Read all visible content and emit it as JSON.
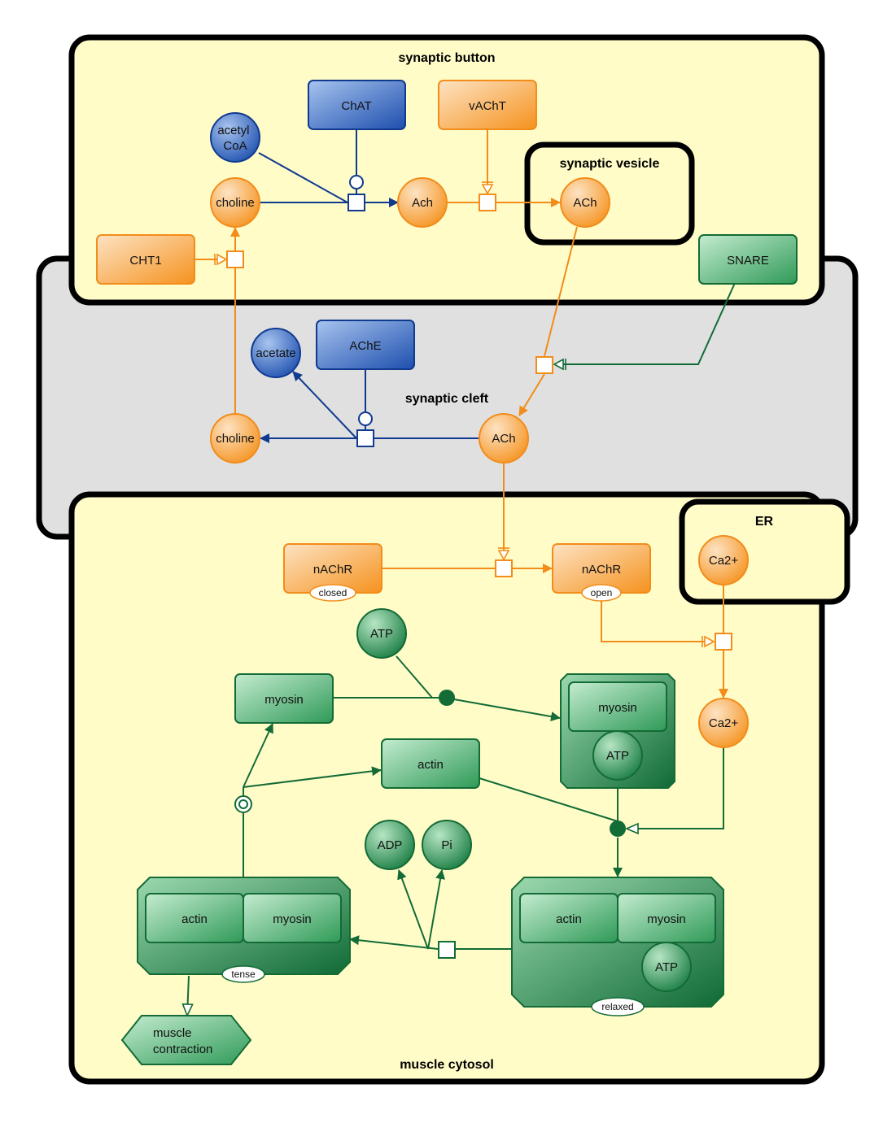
{
  "colors": {
    "compartment_fill": "#fffcc8",
    "cleft_fill": "#e0e0e0",
    "orange": "#f5a13b",
    "orange_stroke": "#f28c1a",
    "blue": "#3a6cc0",
    "blue_stroke": "#0f3a8f",
    "green": "#4cb36b",
    "green_stroke": "#136b36"
  },
  "compartments": {
    "synaptic_button": "synaptic button",
    "synaptic_vesicle": "synaptic vesicle",
    "synaptic_cleft": "synaptic cleft",
    "er": "ER",
    "muscle_cytosol": "muscle cytosol"
  },
  "nodes": {
    "chat": "ChAT",
    "vacht": "vAChT",
    "acetyl_coa": "acetyl CoA",
    "choline_button": "choline",
    "ach_button": "Ach",
    "ach_vesicle": "ACh",
    "cht1": "CHT1",
    "snare": "SNARE",
    "acetate": "acetate",
    "ache": "AChE",
    "choline_cleft": "choline",
    "ach_cleft": "ACh",
    "nachr_closed": "nAChR",
    "nachr_closed_state": "closed",
    "nachr_open": "nAChR",
    "nachr_open_state": "open",
    "ca_er": "Ca2+",
    "ca_cytosol": "Ca2+",
    "atp_free": "ATP",
    "myosin_free": "myosin",
    "actin_free": "actin",
    "complex_myosin_atp_myosin": "myosin",
    "complex_myosin_atp_atp": "ATP",
    "adp": "ADP",
    "pi": "Pi",
    "tense_actin": "actin",
    "tense_myosin": "myosin",
    "tense_state": "tense",
    "relaxed_actin": "actin",
    "relaxed_myosin": "myosin",
    "relaxed_atp": "ATP",
    "relaxed_state": "relaxed",
    "muscle_contraction": "muscle contraction"
  }
}
